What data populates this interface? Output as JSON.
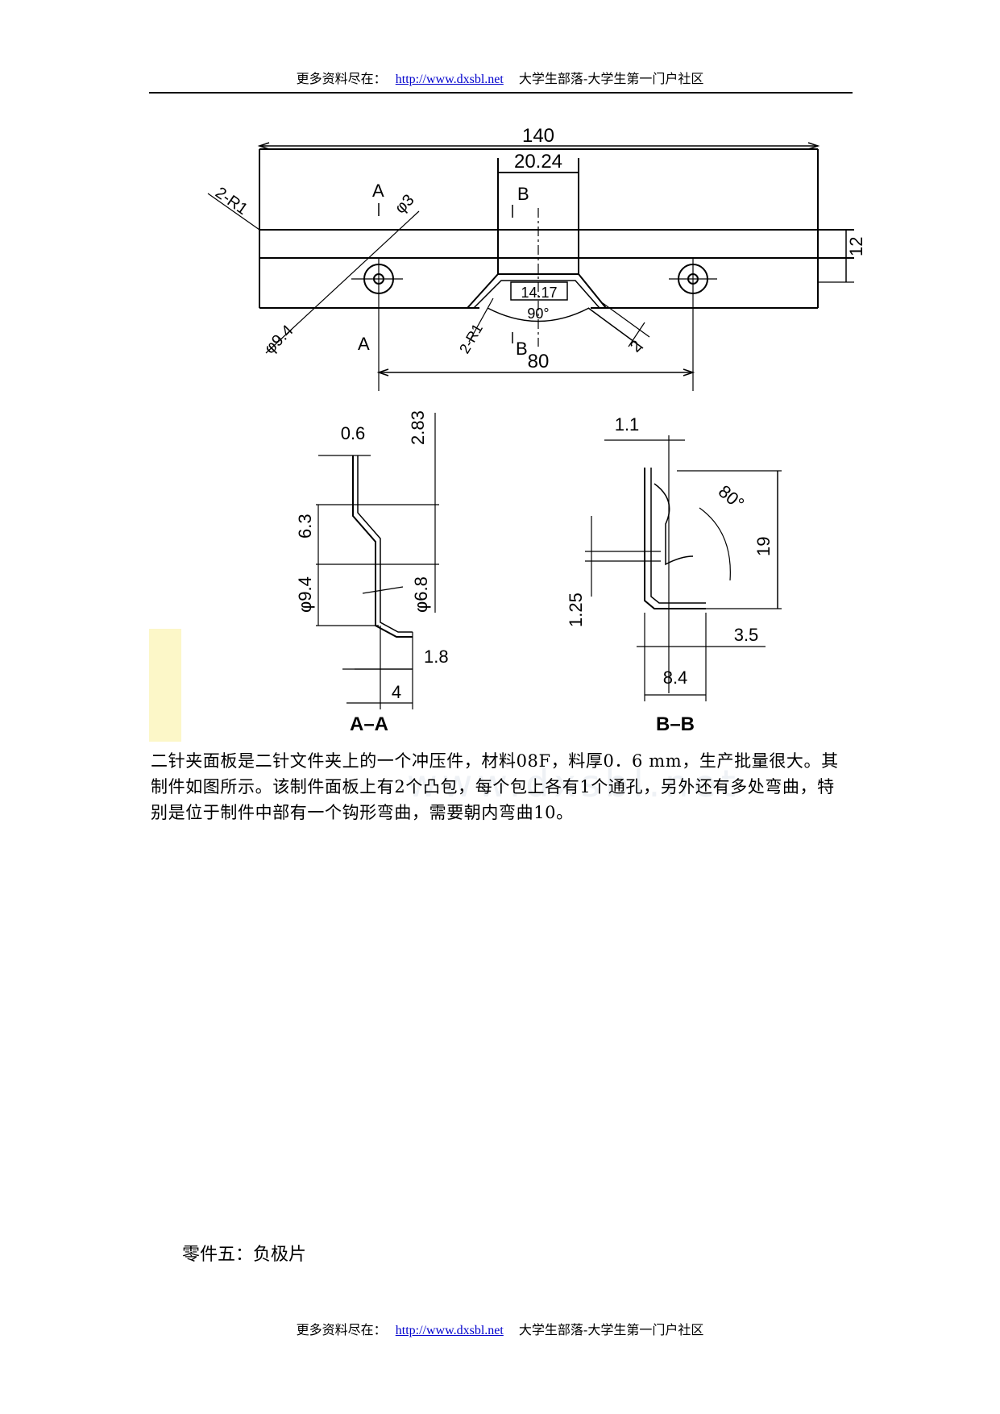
{
  "header": {
    "prefix": "更多资料尽在：",
    "link": "http://www.dxsbl.net",
    "suffix": "大学生部落-大学生第一门户社区"
  },
  "footer": {
    "prefix": "更多资料尽在：",
    "link": "http://www.dxsbl.net",
    "suffix": "大学生部落-大学生第一门户社区"
  },
  "drawing": {
    "top_view": {
      "dim_overall": "140",
      "dim_center": "20.24",
      "dim_height": "12",
      "dim_corner_radius": "2-R1",
      "dim_hole": "φ3",
      "dim_boss": "φ9.4",
      "dim_hook_radius": "2-R1",
      "dim_hook_width": "14.17",
      "dim_hook_angle": "90°",
      "dim_hook_thickness": "2",
      "dim_hole_spacing": "80",
      "section_a_top": "A",
      "section_a_bottom": "A",
      "section_b_top": "B",
      "section_b_bottom": "B"
    },
    "section_aa": {
      "title": "A–A",
      "dim_thickness": "0.6",
      "dim_top": "2.83",
      "dim_bend": "6.3",
      "dim_boss": "φ9.4",
      "dim_hole": "φ6.8",
      "dim_flange": "1.8",
      "dim_width": "4"
    },
    "section_bb": {
      "title": "B–B",
      "dim_top": "1.1",
      "dim_angle": "80°",
      "dim_height": "19",
      "dim_step": "1.25",
      "dim_foot": "3.5",
      "dim_width": "8.4"
    }
  },
  "watermark": "www.dxsbl.net",
  "paragraph": "二针夹面板是二针文件夹上的一个冲压件，材料08F，料厚0．6 mm，生产批量很大。其制件如图所示。该制件面板上有2个凸包，每个包上各有1个通孔，另外还有多处弯曲，特别是位于制件中部有一个钩形弯曲，需要朝内弯曲10。",
  "subheading": "零件五：负极片"
}
